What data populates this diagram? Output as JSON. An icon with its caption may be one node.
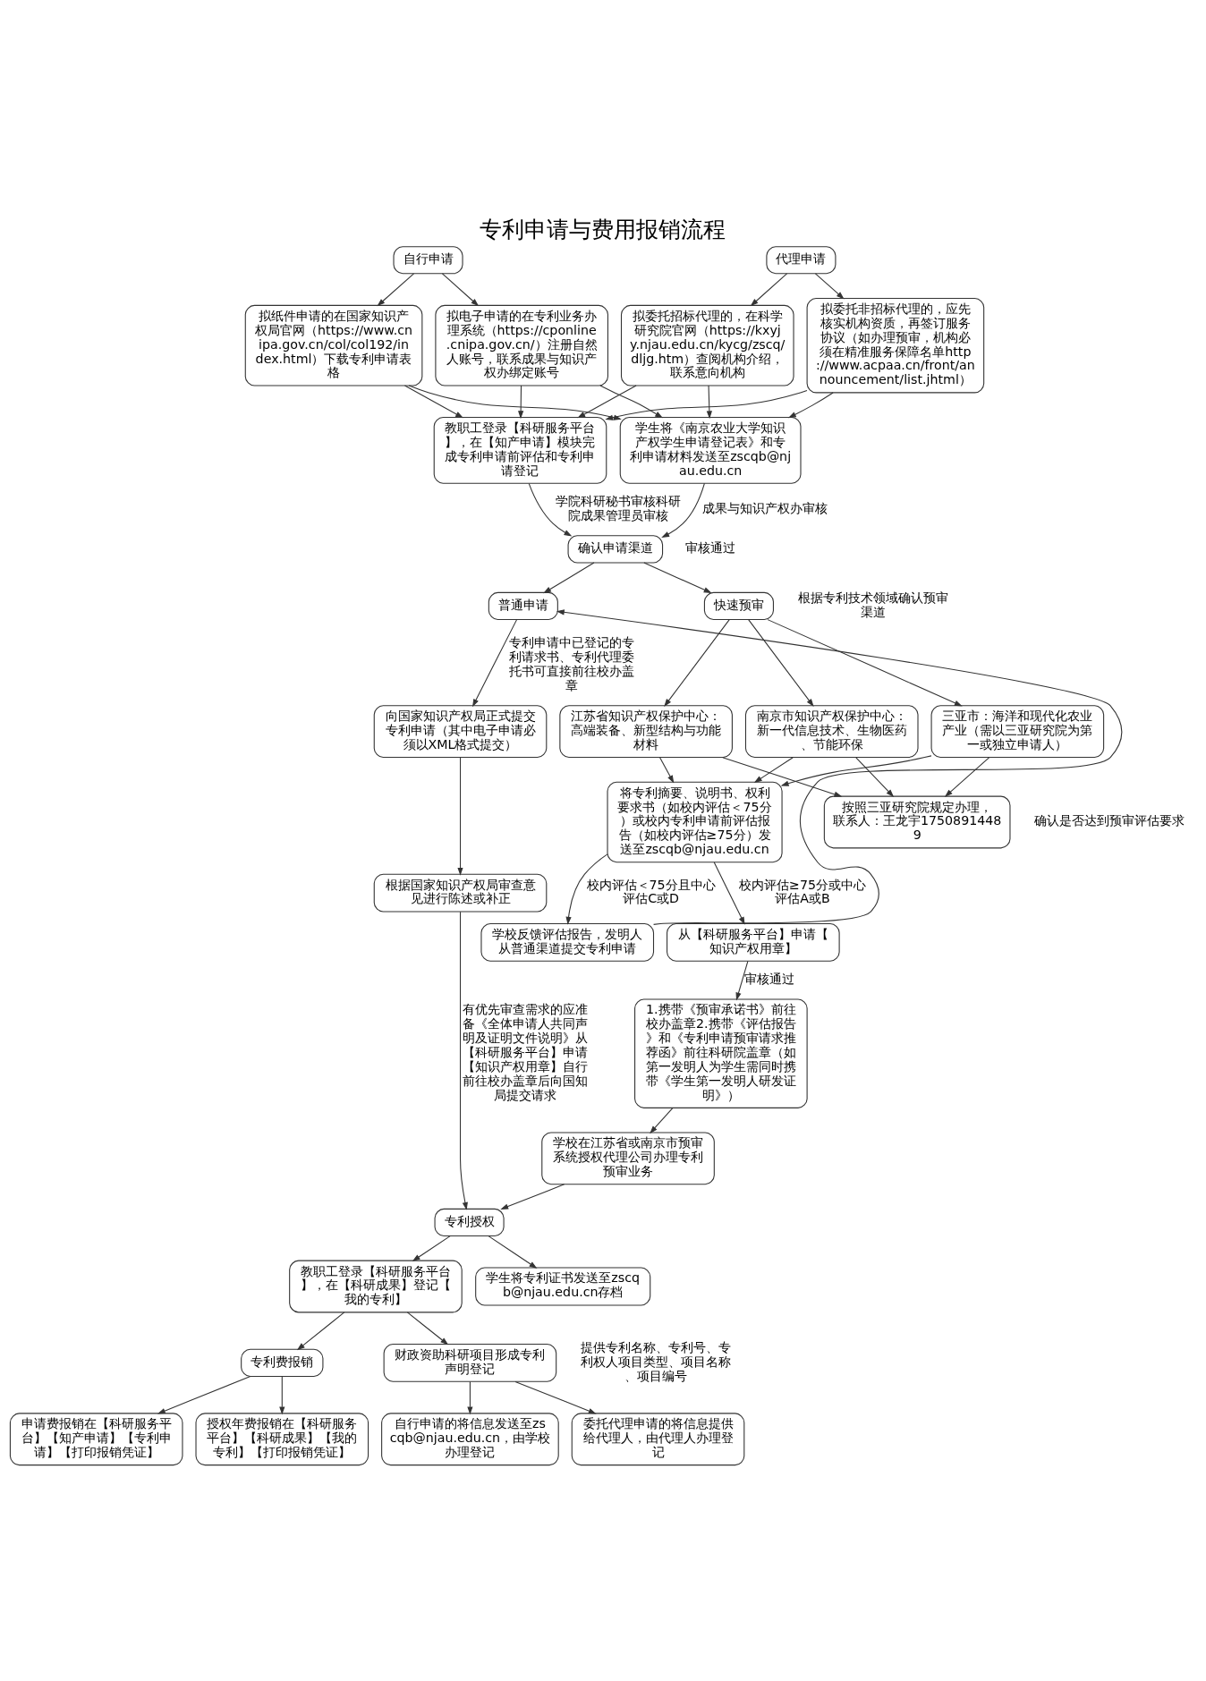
{
  "diagram": {
    "title": "专利申请与费用报销流程",
    "nodes": [
      {
        "text": [
          "自行申请"
        ]
      },
      {
        "text": [
          "代理申请"
        ]
      },
      {
        "text": [
          "拟纸件申请的在国家知识产权局官网（https://www.cnipa.gov.cn/col/col192/index.html）下载专利申请表格"
        ]
      },
      {
        "text": [
          "拟电子申请的在专利业务办理系统（https://cponline.cnipa.gov.cn/）注册自然人账号，联系成果与知识产权办绑定账号"
        ]
      },
      {
        "text": [
          "拟委托招标代理的，在科学研究院官网（https://kxyjy.njau.edu.cn/kycg/zscq/dljg.htm）查阅机构介绍，联系意向机构"
        ]
      },
      {
        "text": [
          "拟委托非招标代理的，应先核实机构资质，再签订服务协议（如办理预审，机构必须在精准服务保障名单http://www.acpaa.cn/front/announcement/list.jhtml）"
        ]
      },
      {
        "text": [
          "教职工登录【科研服务平台】，在【知产申请】模块完成专利申请前评估和专利申请登记"
        ]
      },
      {
        "text": [
          "学生将《南京农业大学知识产权学生申请登记表》和专利申请材料发送至zscqb@njau.edu.cn"
        ]
      },
      {
        "text": [
          "确认申请渠道"
        ]
      },
      {
        "text": [
          "普通申请"
        ]
      },
      {
        "text": [
          "快速预审"
        ]
      },
      {
        "text": [
          "江苏省知识产权保护中心：高端装备、新型结构与功能材料"
        ]
      },
      {
        "text": [
          "南京市知识产权保护中心：新一代信息技术、生物医药、节能环保"
        ]
      },
      {
        "text": [
          "三亚市：海洋和现代化农业产业（需以三亚研究院为第一或独立申请人）"
        ]
      },
      {
        "text": [
          "将专利摘要、说明书、权利要求书（如校内评估＜75分）或校内专利申请前评估报告（如校内评估≥75分）发送至zscqb@njau.edu.cn"
        ]
      },
      {
        "text": [
          "按照三亚研究院规定办理，联系人：王龙宇17508914489"
        ]
      },
      {
        "text": [
          "学校反馈评估报告，发明人从普通渠道提交专利申请"
        ]
      },
      {
        "text": [
          "从【科研服务平台】申请【知识产权用章】"
        ]
      },
      {
        "text": [
          "1.携带《预审承诺书》前往校办盖章2.携带《评估报告》和《专利申请预审请求推荐函》前往科研院盖章（如第一发明人为学生需同时携带《学生第一发明人研发证明》）"
        ]
      },
      {
        "text": [
          "学校在江苏省或南京市预审系统授权代理公司办理专利预审业务"
        ]
      },
      {
        "text": [
          "向国家知识产权局正式提交专利申请（其中电子申请必须以XML格式提交）"
        ]
      },
      {
        "text": [
          "根据国家知识产权局审查意见进行陈述或补正"
        ]
      },
      {
        "text": [
          "专利授权"
        ]
      },
      {
        "text": [
          "教职工登录【科研服务平台】，在【科研成果】登记【我的专利】"
        ]
      },
      {
        "text": [
          "学生将专利证书发送至zscqb@njau.edu.cn存档"
        ]
      },
      {
        "text": [
          "专利费报销"
        ]
      },
      {
        "text": [
          "财政资助科研项目形成专利声明登记"
        ]
      },
      {
        "text": [
          "申请费报销在【科研服务平台】【知产申请】【专利申请】【打印报销凭证】"
        ]
      },
      {
        "text": [
          "授权年费报销在【科研服务平台】【科研成果】【我的专利】【打印报销凭证】"
        ]
      },
      {
        "text": [
          "自行申请的将信息发送至zscqb@njau.edu.cn，由学校办理登记"
        ]
      },
      {
        "text": [
          "委托代理申请的将信息提供给代理人，由代理人办理登记"
        ]
      }
    ],
    "edges": [
      {
        "from": 0,
        "to": 2,
        "arrow": "to"
      },
      {
        "from": 0,
        "to": 3,
        "arrow": "to"
      },
      {
        "from": 1,
        "to": 4,
        "arrow": "to"
      },
      {
        "from": 1,
        "to": 5,
        "arrow": "to"
      },
      {
        "from": 2,
        "to": 6,
        "arrow": "to"
      },
      {
        "from": 3,
        "to": 6,
        "arrow": "to"
      },
      {
        "from": 4,
        "to": 6,
        "arrow": "to"
      },
      {
        "from": 5,
        "to": 6,
        "arrow": "to"
      },
      {
        "from": 2,
        "to": 7,
        "arrow": "to"
      },
      {
        "from": 3,
        "to": 7,
        "arrow": "to"
      },
      {
        "from": 4,
        "to": 7,
        "arrow": "to"
      },
      {
        "from": 5,
        "to": 7,
        "arrow": "to"
      },
      {
        "from": 6,
        "to": 8,
        "arrow": "to",
        "label": "学院科研秘书审核科研院成果管理员审核"
      },
      {
        "from": 7,
        "to": 8,
        "arrow": "to",
        "label": "成果与知识产权办审核"
      },
      {
        "from": 8,
        "to": 9,
        "arrow": "to"
      },
      {
        "from": 8,
        "to": 10,
        "arrow": "to"
      },
      {
        "from": 9,
        "to": 20,
        "arrow": "to",
        "label": "专利申请中已登记的专利请求书、专利代理委托书可直接前往校办盖章"
      },
      {
        "from": 20,
        "to": 21,
        "arrow": "to"
      },
      {
        "from": 21,
        "to": 22,
        "arrow": "to",
        "label": "有优先审查需求的应准备《全体申请人共同声明及证明文件说明》从【科研服务平台】申请【知识产权用章】自行前往校办盖章后向国知局提交请求"
      },
      {
        "from": 10,
        "to": 11,
        "arrow": "to"
      },
      {
        "from": 10,
        "to": 12,
        "arrow": "to"
      },
      {
        "from": 10,
        "to": 13,
        "arrow": "to"
      },
      {
        "from": 11,
        "to": 14,
        "arrow": "to"
      },
      {
        "from": 12,
        "to": 14,
        "arrow": "to"
      },
      {
        "from": 13,
        "to": 14,
        "arrow": "to"
      },
      {
        "from": 11,
        "to": 15,
        "arrow": "to"
      },
      {
        "from": 12,
        "to": 15,
        "arrow": "to"
      },
      {
        "from": 13,
        "to": 15,
        "arrow": "to"
      },
      {
        "from": 14,
        "to": 16,
        "arrow": "to",
        "label": "校内评估＜75分且中心评估C或D"
      },
      {
        "from": 14,
        "to": 17,
        "arrow": "to",
        "label": "校内评估≥75分或中心评估A或B"
      },
      {
        "from": 16,
        "to": 9,
        "arrow": "to"
      },
      {
        "from": 17,
        "to": 18,
        "arrow": "to",
        "label": "审核通过"
      },
      {
        "from": 18,
        "to": 19,
        "arrow": "to"
      },
      {
        "from": 19,
        "to": 22,
        "arrow": "to"
      },
      {
        "from": 22,
        "to": 23,
        "arrow": "to"
      },
      {
        "from": 22,
        "to": 24,
        "arrow": "to"
      },
      {
        "from": 23,
        "to": 25,
        "arrow": "to"
      },
      {
        "from": 23,
        "to": 26,
        "arrow": "to"
      },
      {
        "from": 25,
        "to": 27,
        "arrow": "to"
      },
      {
        "from": 25,
        "to": 28,
        "arrow": "to"
      },
      {
        "from": 26,
        "to": 29,
        "arrow": "to"
      },
      {
        "from": 26,
        "to": 30,
        "arrow": "to"
      }
    ],
    "labels": [
      "审核通过",
      "根据专利技术领域确认预审渠道",
      "确认是否达到预审评估要求",
      "提供专利名称、专利号、专利权人项目类型、项目名称、项目编号"
    ]
  }
}
